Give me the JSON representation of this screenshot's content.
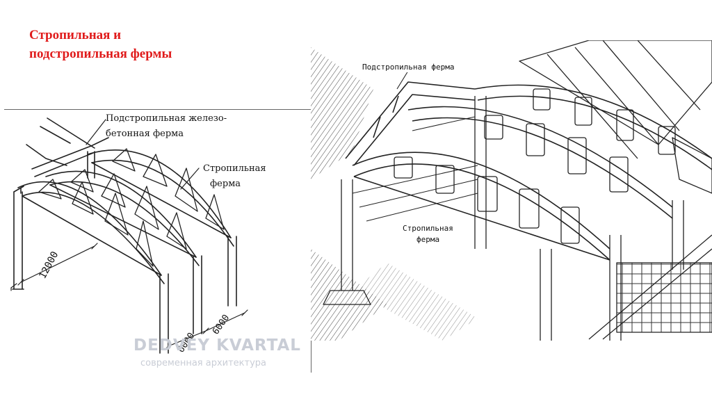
{
  "slide": {
    "title_line1": "Стропильная и",
    "title_line2": "подстропильная фермы"
  },
  "left_drawing": {
    "label_sub_truss_line1": "Подстропильная железо-",
    "label_sub_truss_line2": "бетонная ферма",
    "label_truss_line1": "Стропильная",
    "label_truss_line2": "ферма",
    "dim_span": "12000",
    "dim_step1": "6000",
    "dim_step2": "6000",
    "watermark_brand": "DEDVEY KVARTAL",
    "watermark_tagline": "современная архитектура"
  },
  "right_drawing": {
    "label_sub_truss": "Подстропильная ферма",
    "label_truss_line1": "Стропильная",
    "label_truss_line2": "ферма"
  },
  "colors": {
    "title": "#e01b1b",
    "line": "#222222",
    "watermark": "#c9cdd6"
  }
}
